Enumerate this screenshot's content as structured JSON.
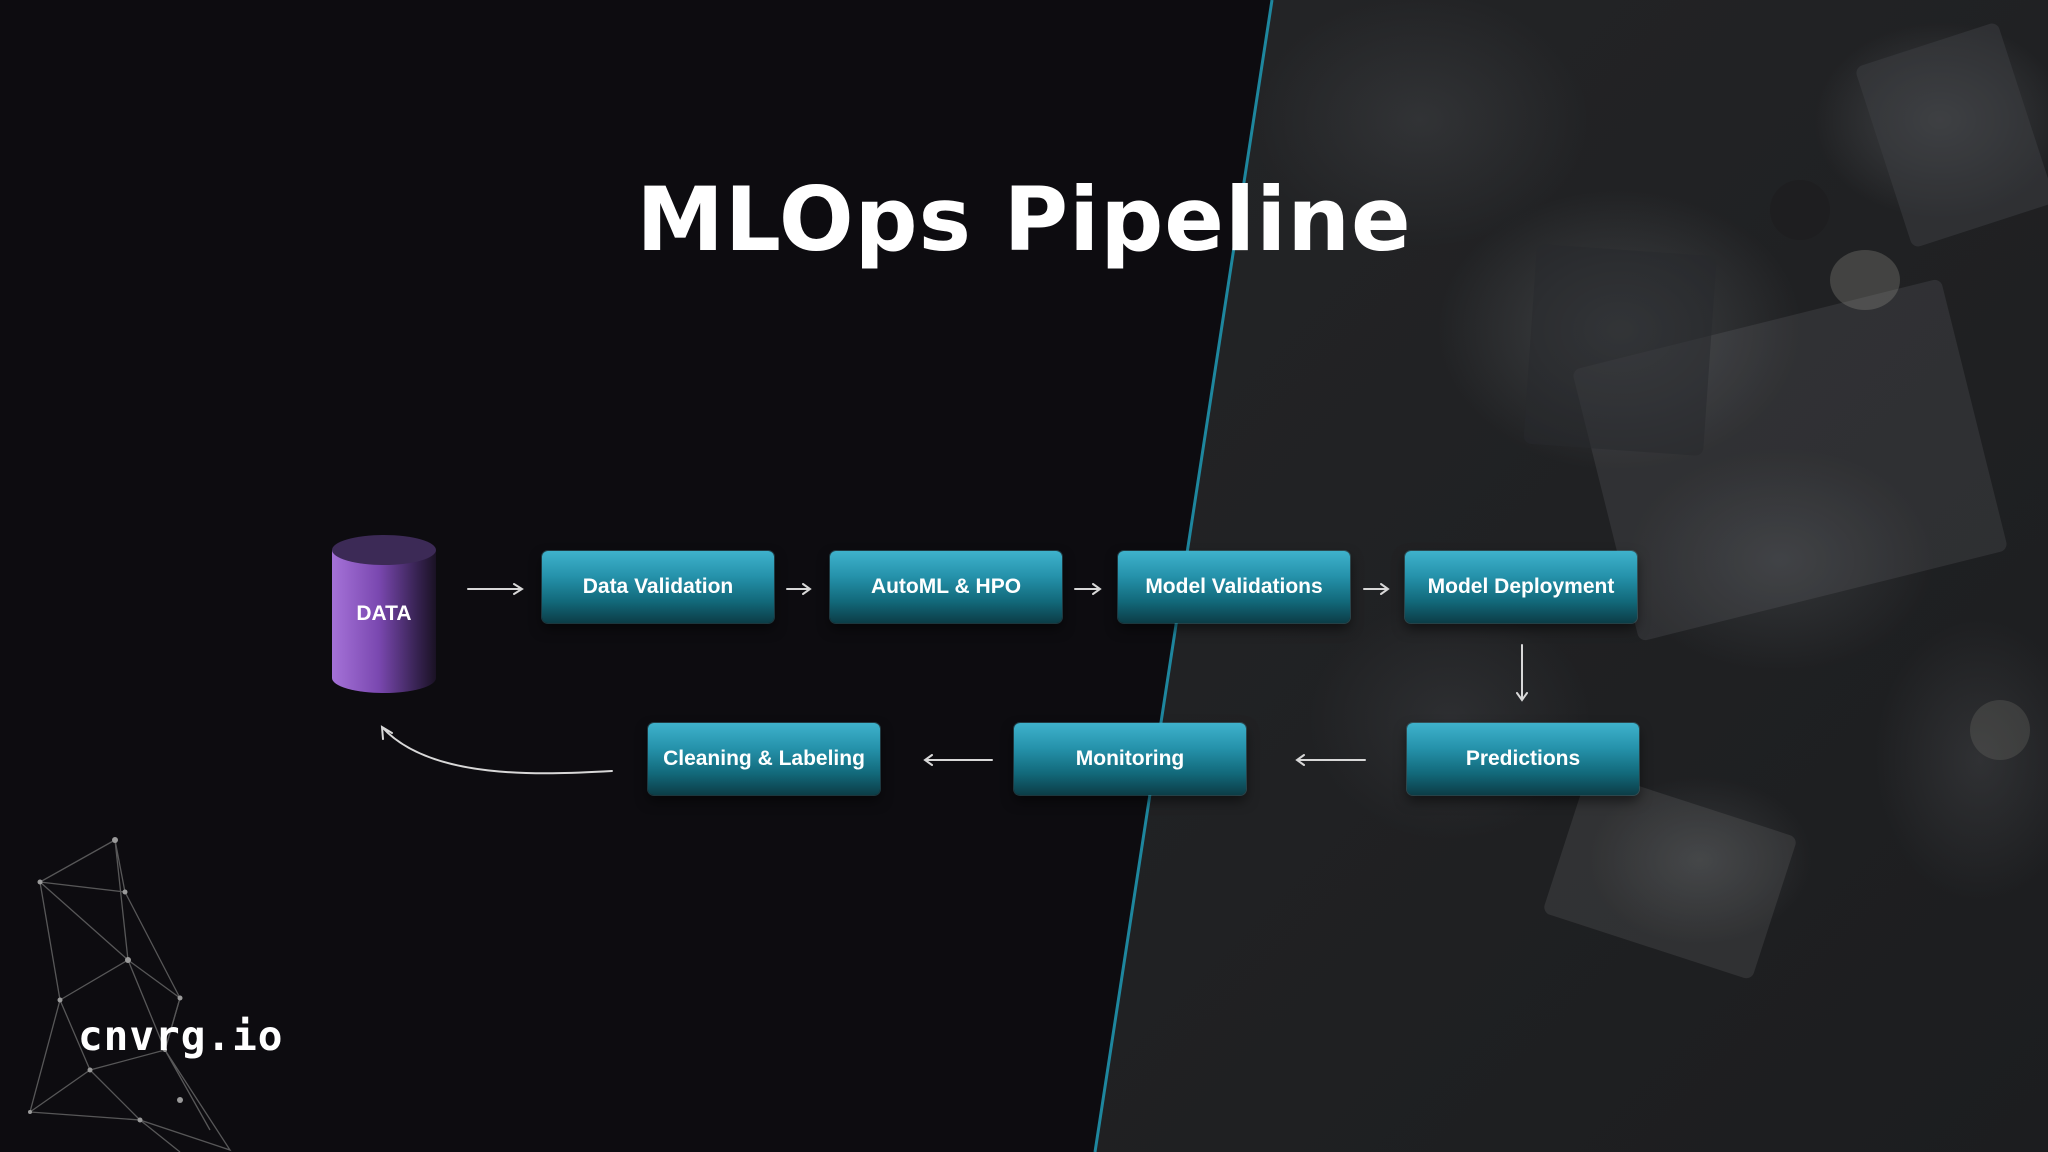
{
  "slide": {
    "title": "MLOps Pipeline",
    "brand_logo": "cnvrg.io"
  },
  "diagram": {
    "data_store": {
      "label": "DATA",
      "color": "#8a55c4",
      "icon": "database-cylinder"
    },
    "nodes": [
      {
        "id": "data-validation",
        "label": "Data Validation"
      },
      {
        "id": "automl-hpo",
        "label": "AutoML & HPO"
      },
      {
        "id": "model-validations",
        "label": "Model Validations"
      },
      {
        "id": "model-deployment",
        "label": "Model Deployment"
      },
      {
        "id": "predictions",
        "label": "Predictions"
      },
      {
        "id": "monitoring",
        "label": "Monitoring"
      },
      {
        "id": "cleaning-labeling",
        "label": "Cleaning & Labeling"
      }
    ],
    "edges": [
      {
        "from": "data-store",
        "to": "data-validation"
      },
      {
        "from": "data-validation",
        "to": "automl-hpo"
      },
      {
        "from": "automl-hpo",
        "to": "model-validations"
      },
      {
        "from": "model-validations",
        "to": "model-deployment"
      },
      {
        "from": "model-deployment",
        "to": "predictions"
      },
      {
        "from": "predictions",
        "to": "monitoring"
      },
      {
        "from": "monitoring",
        "to": "cleaning-labeling"
      },
      {
        "from": "cleaning-labeling",
        "to": "data-store"
      }
    ],
    "node_color": "#2592ab",
    "accent_line_color": "#1f93ad"
  }
}
